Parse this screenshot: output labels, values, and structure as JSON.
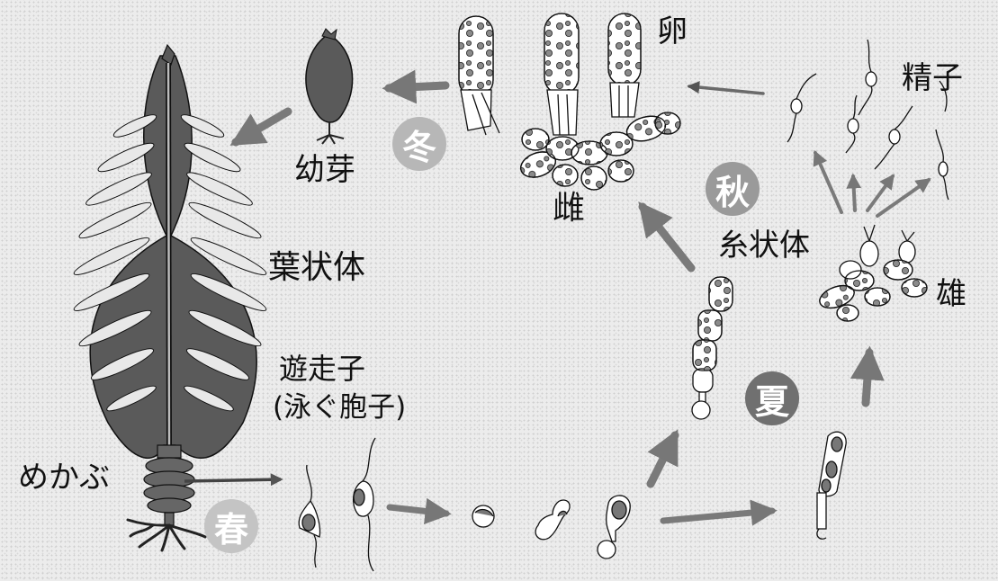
{
  "labels": {
    "egg": "卵",
    "sperm": "精子",
    "young_sprout": "幼芽",
    "female": "雌",
    "gametophyte": "糸状体",
    "male": "雄",
    "sporophyte": "葉状体",
    "zoospore": "遊走子",
    "zoospore_note": "(泳ぐ胞子)",
    "mekabu": "めかぶ"
  },
  "seasons": {
    "winter": "冬",
    "autumn": "秋",
    "summer": "夏",
    "spring": "春"
  },
  "colors": {
    "winter": "#b7b7b7",
    "autumn": "#9a9a9a",
    "summer": "#707070",
    "spring": "#c4c4c4",
    "blade": "#5a5a5a",
    "arrow": "#7a7a7a",
    "cell_fill": "#ffffff",
    "chloroplast": "#8a8a8a"
  },
  "icons": [
    "wakame-blade",
    "sprout",
    "zoospore",
    "germinating-spore",
    "filament",
    "female-gametophyte",
    "male-gametophyte",
    "egg",
    "sperm"
  ]
}
